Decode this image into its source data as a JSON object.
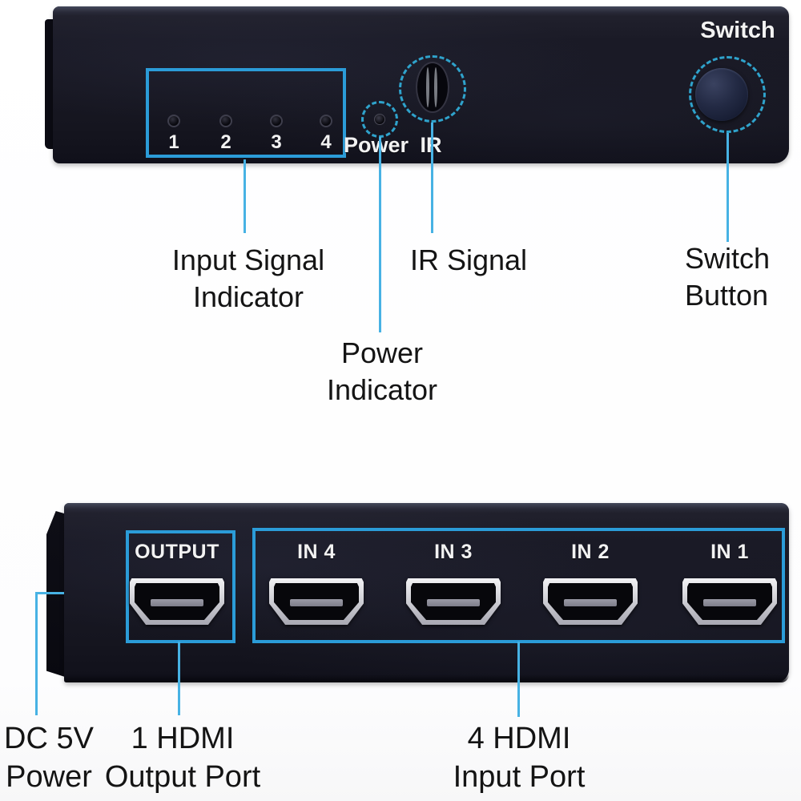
{
  "front_panel": {
    "switch_label": "Switch",
    "power_label": "Power",
    "ir_label": "IR",
    "led_numbers": [
      "1",
      "2",
      "3",
      "4"
    ],
    "callouts": {
      "input_signal": {
        "line1": "Input Signal",
        "line2": "Indicator"
      },
      "ir_signal": {
        "line1": "IR Signal"
      },
      "power_indicator": {
        "line1": "Power",
        "line2": "Indicator"
      },
      "switch_button": {
        "line1": "Switch",
        "line2": "Button"
      }
    }
  },
  "rear_panel": {
    "output_label": "OUTPUT",
    "input_labels": [
      "IN 4",
      "IN 3",
      "IN 2",
      "IN 1"
    ],
    "callouts": {
      "dc_power": {
        "line1": "DC 5V",
        "line2": "Power"
      },
      "output_port": {
        "line1": "1 HDMI",
        "line2": "Output Port"
      },
      "input_ports": {
        "line1": "4 HDMI",
        "line2": "Input Port"
      }
    }
  },
  "colors": {
    "panel_dark": "#181824",
    "callout_line": "#47b2e4",
    "highlight_box": "#2b9cd8",
    "dashed_circle": "#2fa3cc",
    "label_text": "#141414",
    "device_text": "#f2f2f2"
  }
}
